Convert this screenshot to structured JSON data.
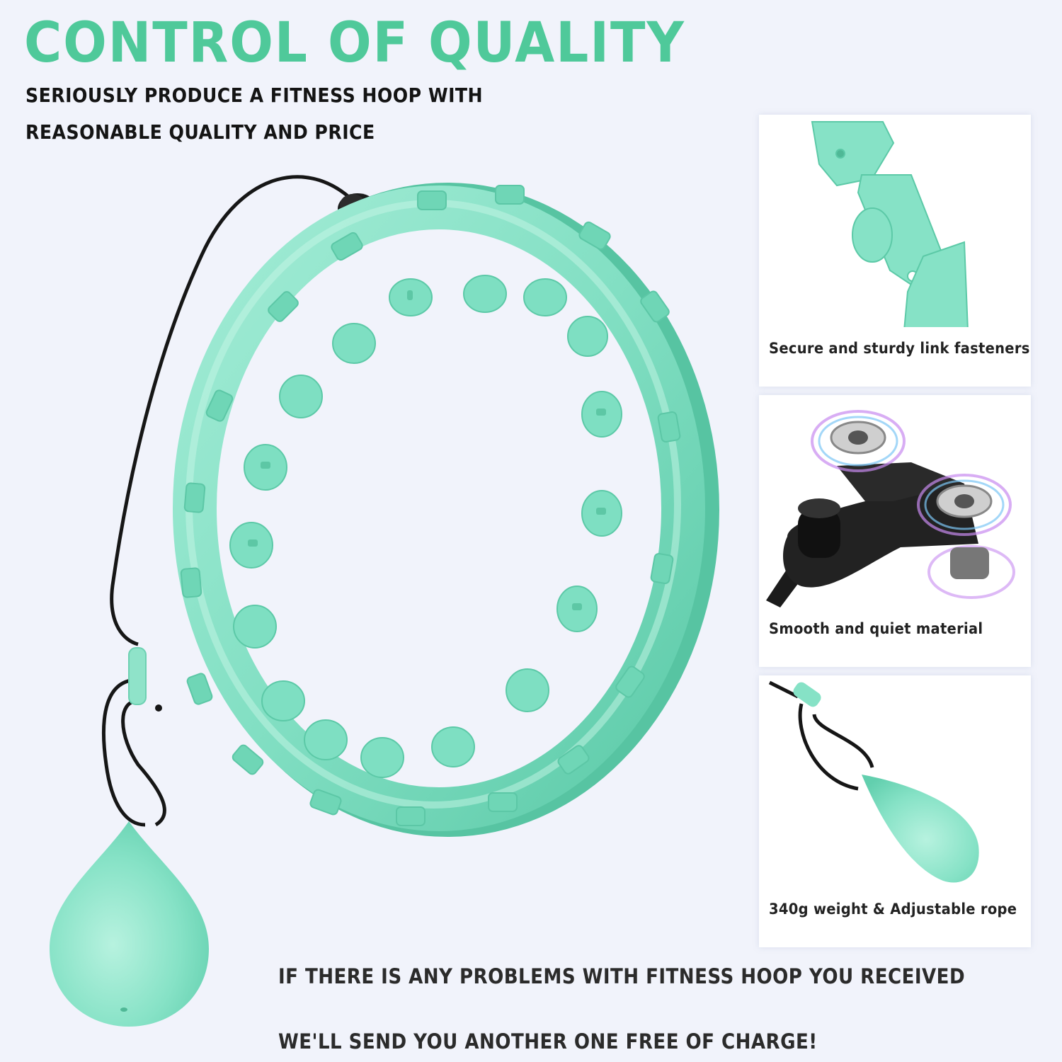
{
  "header": {
    "title": "CONTROL OF QUALITY",
    "subtitle_line1": "SERIOUSLY PRODUCE A FITNESS HOOP WITH",
    "subtitle_line2": "REASONABLE QUALITY AND PRICE"
  },
  "features": [
    {
      "caption": "Secure and sturdy link fasteners",
      "image": "link-fastener-icon"
    },
    {
      "caption": "Smooth and quiet material",
      "image": "bearing-icon"
    },
    {
      "caption": "340g weight & Adjustable rope",
      "image": "weight-ball-icon"
    }
  ],
  "footer": {
    "line1": "IF THERE IS ANY PROBLEMS WITH FITNESS HOOP YOU RECEIVED",
    "line2": "WE'LL SEND YOU ANOTHER ONE FREE OF CHARGE!"
  },
  "colors": {
    "accent": "#4fc99a",
    "product": "#7fe0c4",
    "background": "#f1f3fb",
    "text": "#141414"
  }
}
